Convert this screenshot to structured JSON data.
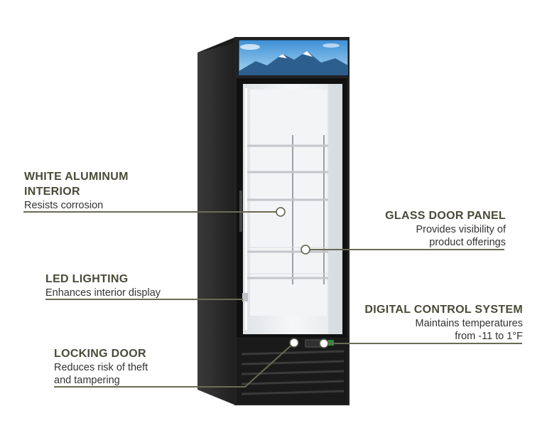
{
  "callouts": {
    "white_aluminum": {
      "title_line1": "WHITE ALUMINUM",
      "title_line2": "INTERIOR",
      "desc": "Resists corrosion"
    },
    "led_lighting": {
      "title": "LED LIGHTING",
      "desc": "Enhances interior display"
    },
    "locking_door": {
      "title": "LOCKING DOOR",
      "desc_line1": "Reduces risk of theft",
      "desc_line2": "and tampering"
    },
    "glass_door": {
      "title": "GLASS DOOR PANEL",
      "desc_line1": "Provides visibility of",
      "desc_line2": "product offerings"
    },
    "digital_control": {
      "title": "DIGITAL CONTROL SYSTEM",
      "desc_line1": "Maintains temperatures",
      "desc_line2": "from -11 to 1°F"
    }
  },
  "colors": {
    "leader_line": "#6b6b55",
    "title_text": "#4a4a38",
    "cabinet": "#2a2a2a",
    "interior": "#eef1f3"
  }
}
